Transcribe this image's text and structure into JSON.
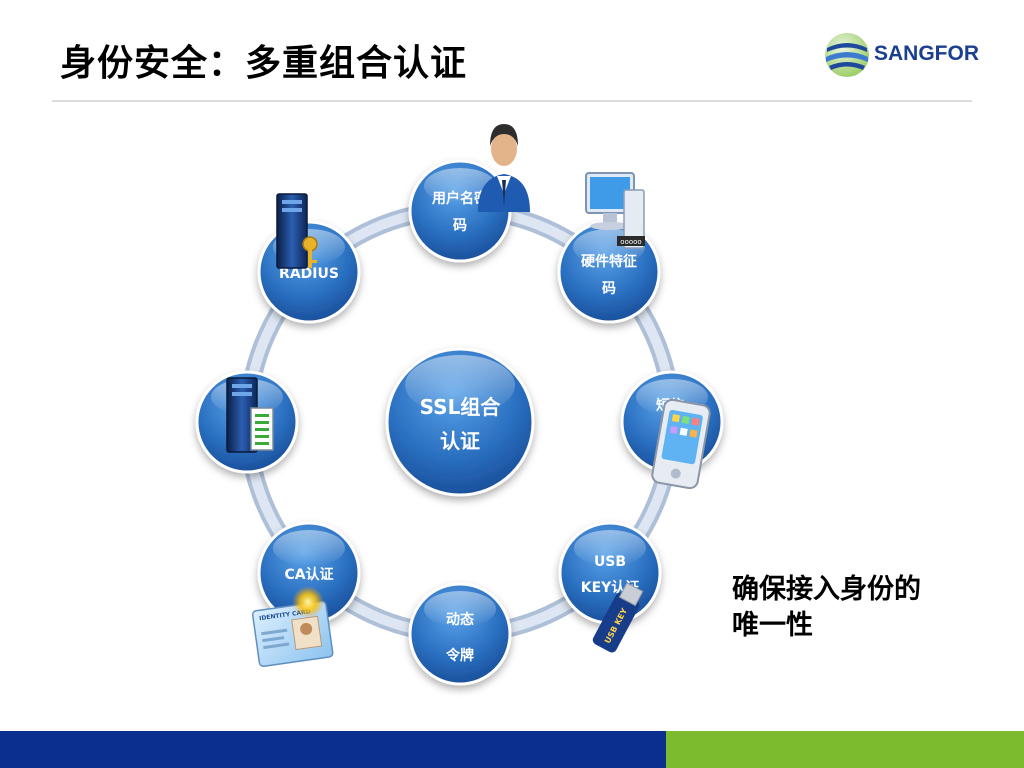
{
  "header": {
    "title": "身份安全：多重组合认证",
    "logo_text": "SANGFOR"
  },
  "diagram": {
    "center": {
      "lines": [
        "SSL组合",
        "认证"
      ]
    },
    "nodes": [
      {
        "id": "username-password",
        "lines": [
          "用户名密",
          "码"
        ]
      },
      {
        "id": "hardware-code",
        "lines": [
          "硬件特征",
          "码"
        ]
      },
      {
        "id": "sms",
        "lines": [
          "短信",
          "认"
        ]
      },
      {
        "id": "usb-key",
        "lines": [
          "USB",
          "KEY认证"
        ]
      },
      {
        "id": "dynamic-token",
        "lines": [
          "动态",
          "令牌"
        ]
      },
      {
        "id": "ca",
        "lines": [
          "CA认证"
        ]
      },
      {
        "id": "ldap",
        "lines": []
      },
      {
        "id": "radius",
        "lines": [
          "RADIUS"
        ]
      }
    ],
    "badges": {
      "computer": "ooooo",
      "usb": "USB KEY",
      "id_card": "IDENTITY CARD"
    }
  },
  "note": {
    "lines": [
      "确保接入身份的",
      "唯一性"
    ]
  },
  "colors": {
    "node_blue": "#2a6fc0",
    "ring": "#c5d3e6",
    "footer_blue": "#0a2f8f",
    "footer_green": "#7dbb2e",
    "brand": "#1b3f8f"
  }
}
